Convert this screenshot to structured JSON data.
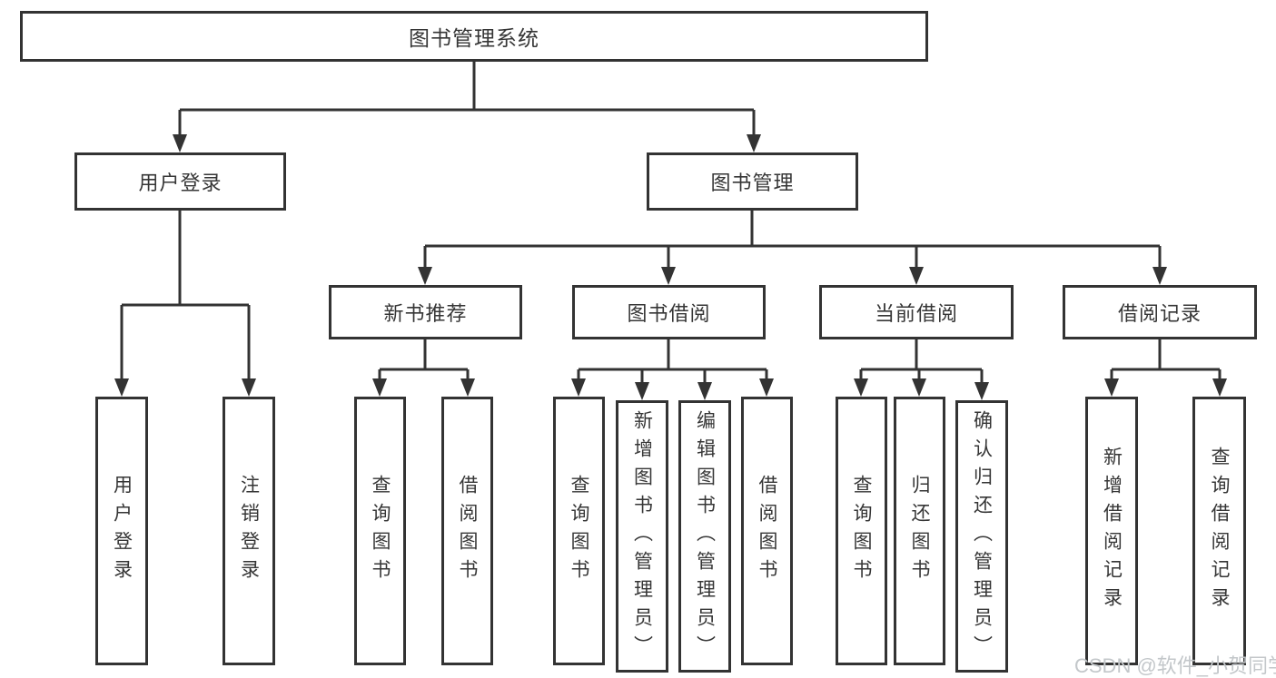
{
  "diagram": {
    "root": {
      "label": "图书管理系统"
    },
    "branches": [
      {
        "label": "用户登录",
        "children": [
          {
            "label": "用户登录"
          },
          {
            "label": "注销登录"
          }
        ]
      },
      {
        "label": "图书管理",
        "children": [
          {
            "label": "新书推荐",
            "children": [
              {
                "label": "查询图书"
              },
              {
                "label": "借阅图书"
              }
            ]
          },
          {
            "label": "图书借阅",
            "children": [
              {
                "label": "查询图书"
              },
              {
                "label": "新增图书（管理员）"
              },
              {
                "label": "编辑图书（管理员）"
              },
              {
                "label": "借阅图书"
              }
            ]
          },
          {
            "label": "当前借阅",
            "children": [
              {
                "label": "查询图书"
              },
              {
                "label": "归还图书"
              },
              {
                "label": "确认归还（管理员）"
              }
            ]
          },
          {
            "label": "借阅记录",
            "children": [
              {
                "label": "新增借阅记录"
              },
              {
                "label": "查询借阅记录"
              }
            ]
          }
        ]
      }
    ]
  },
  "watermark": {
    "text": "CSDN @软件_小贺同学"
  },
  "colors": {
    "line": "#333333",
    "text": "#363636",
    "background": "#ffffff",
    "watermark": "#c3c7ca"
  }
}
